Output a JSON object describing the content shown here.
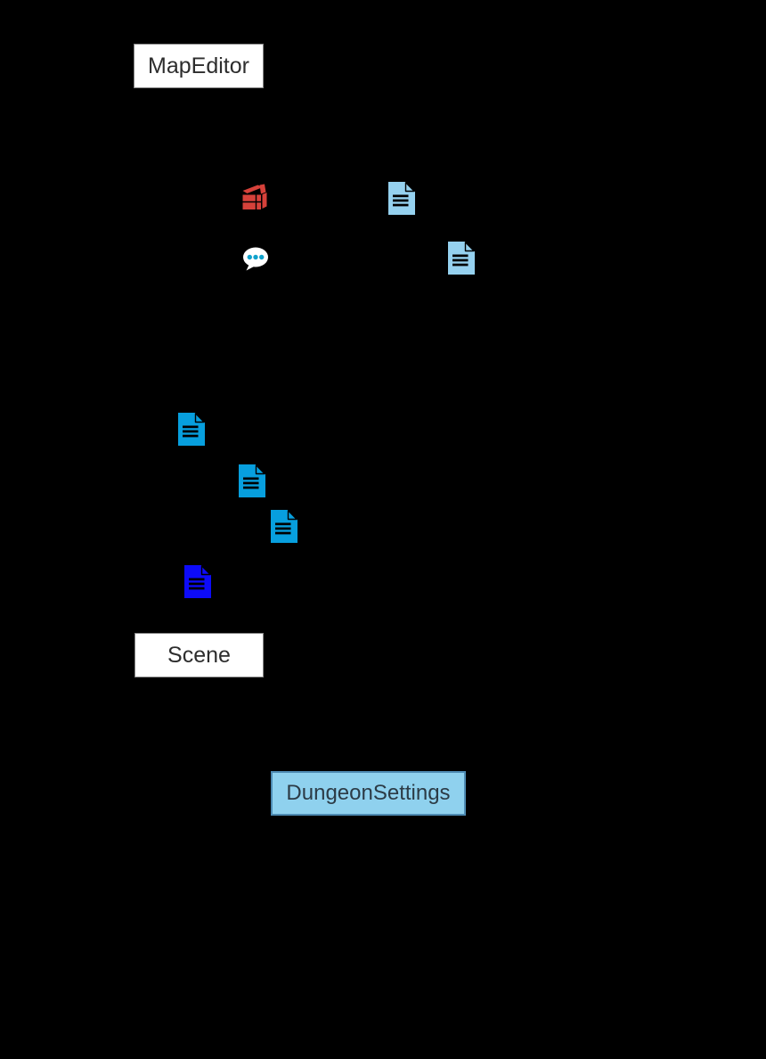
{
  "diagram": {
    "background_color": "#000000",
    "nodes": {
      "map_editor": {
        "label": "MapEditor",
        "fill": "#ffffff",
        "border": "#858585",
        "text_color": "#2d2d2d"
      },
      "scene": {
        "label": "Scene",
        "fill": "#ffffff",
        "border": "#858585",
        "text_color": "#2d2d2d"
      },
      "dungeon_settings": {
        "label": "DungeonSettings",
        "fill": "#8fd1ee",
        "border": "#4e8bb3",
        "text_color": "#2c3b46"
      }
    },
    "icons": {
      "asset_box": {
        "name": "3d-box-icon",
        "color": "#d6413a"
      },
      "chat": {
        "name": "chat-bubble-icon",
        "bubble_color": "#ffffff",
        "dot_color": "#10a2cc"
      },
      "doc_light_a": {
        "name": "document-icon",
        "color": "#95d1ef"
      },
      "doc_light_b": {
        "name": "document-icon",
        "color": "#95d1ef"
      },
      "doc_cyan_a": {
        "name": "document-icon",
        "color": "#079fde"
      },
      "doc_cyan_b": {
        "name": "document-icon",
        "color": "#079fde"
      },
      "doc_cyan_c": {
        "name": "document-icon",
        "color": "#079fde"
      },
      "doc_blue": {
        "name": "document-icon",
        "color": "#0d0bf9"
      }
    }
  }
}
